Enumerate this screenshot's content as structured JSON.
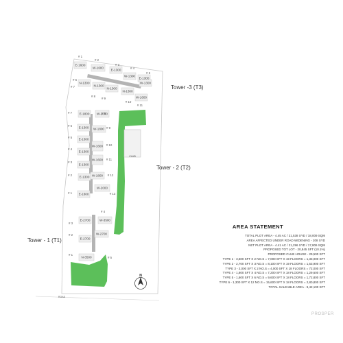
{
  "towers": {
    "t3": "Tower -3 (T3)",
    "t2": "Tower - 2 (T2)",
    "t1": "Tower - 1 (T1)"
  },
  "north": "N",
  "road": "ROAD",
  "club": "CLUB",
  "units": [
    {
      "t": "E-1600"
    },
    {
      "t": "W-1600"
    },
    {
      "t": "E-1300"
    },
    {
      "t": "W-1300"
    },
    {
      "t": "E-1300"
    },
    {
      "t": "N-1300"
    },
    {
      "t": "N-1300"
    },
    {
      "t": "N-1300"
    },
    {
      "t": "N-1300"
    },
    {
      "t": "W-1300"
    },
    {
      "t": "W-1600"
    },
    {
      "t": "E-1800"
    },
    {
      "t": "W-2000"
    },
    {
      "t": "E-1300"
    },
    {
      "t": "W-1800"
    },
    {
      "t": "E-1300"
    },
    {
      "t": "W-1600"
    },
    {
      "t": "E-1300"
    },
    {
      "t": "W-1600"
    },
    {
      "t": "E-1300"
    },
    {
      "t": "W-1800"
    },
    {
      "t": "E-1300"
    },
    {
      "t": "W-2000"
    },
    {
      "t": "E-1800"
    },
    {
      "t": "W-3500"
    },
    {
      "t": "E-2700"
    },
    {
      "t": "W-2700"
    },
    {
      "t": "E-2700"
    },
    {
      "t": "N-3500"
    }
  ],
  "markers": [
    {
      "t": "# 1"
    },
    {
      "t": "# 2"
    },
    {
      "t": "# 3"
    },
    {
      "t": "# 4"
    },
    {
      "t": "# 5"
    },
    {
      "t": "# 6"
    },
    {
      "t": "# 7"
    },
    {
      "t": "# 8"
    },
    {
      "t": "# 9"
    },
    {
      "t": "# 10"
    },
    {
      "t": "# 11"
    },
    {
      "t": "# 7"
    },
    {
      "t": "# 8"
    },
    {
      "t": "# 6"
    },
    {
      "t": "# 9"
    },
    {
      "t": "# 5"
    },
    {
      "t": "# 10"
    },
    {
      "t": "# 4"
    },
    {
      "t": "# 3"
    },
    {
      "t": "# 11"
    },
    {
      "t": "# 2"
    },
    {
      "t": "# 12"
    },
    {
      "t": "# 1"
    },
    {
      "t": "# 13"
    },
    {
      "t": "# 4"
    },
    {
      "t": "# 3"
    },
    {
      "t": "# 2"
    },
    {
      "t": "# 1"
    },
    {
      "t": "# 5"
    }
  ],
  "area_statement": {
    "title": "AREA STATEMENT",
    "rows": [
      "TOTAL PLOT AREA - 4.45 AC / 21,538 SYD / 18,009 SQM",
      "AREA AFFECTED UNDER ROAD WIDENING - 208 SYD",
      "NET PLOT AREA - 4.41 AC / 21,296 SYD / 17,806 SQM",
      "PROPOSED TOT LOT - 20,845 SFT (10.1%)",
      "PROPOSED CLUB HOUSE - 29,500 SFT",
      "TYPE 1 - 3,500 SFT X 2 NO.S = 7,000 SFT X 19 FLOORS = 1,33,000 SFT",
      "TYPE 2 - 2,700 SFT X 3 NO.S = 8,100 SFT X 19 FLOORS = 1,53,900 SFT",
      "TYPE 3 - 2,000 SFT X 2 NO.S = 4,000 SFT X 18 FLOORS = 72,000 SFT",
      "TYPE 4 - 1,800 SFT X 4 NO.S = 7,200 SFT X 18 FLOORS = 1,29,600 SFT",
      "TYPE 5 - 1,600 SFT X 6 NO.S = 9,600 SFT X 18 FLOORS = 1,72,800 SFT",
      "TYPE 6 - 1,300 SFT X 12 NO.S = 15,600 SFT X 18 FLOORS = 2,80,800 SFT",
      "TOTAL SALEABLE AREA - 9,42,100 SFT"
    ]
  },
  "logo": "PROSPER",
  "colors": {
    "green": "#5cbf5a",
    "building": "#eeeeee",
    "outline": "#cccccc",
    "corridor": "#aaaaaa"
  }
}
